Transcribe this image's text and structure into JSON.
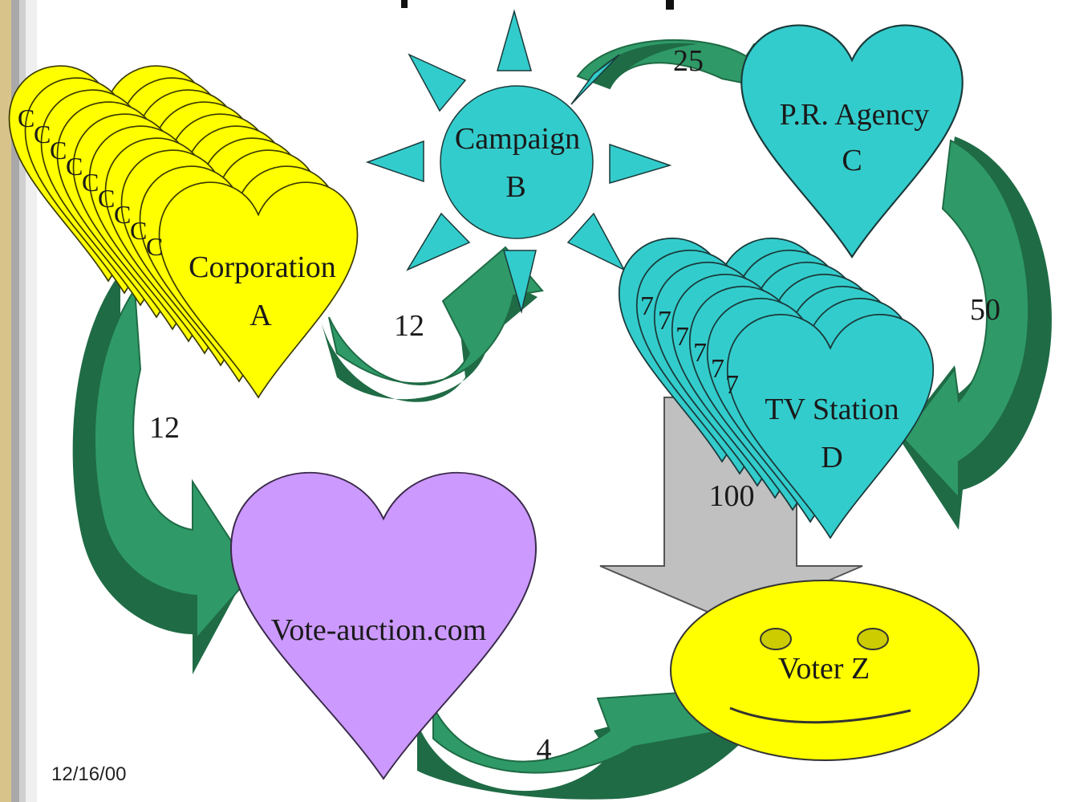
{
  "nodes": {
    "corporation": {
      "line1": "Corporation",
      "line2": "A"
    },
    "campaign": {
      "line1": "Campaign",
      "line2": "B"
    },
    "pr_agency": {
      "line1": "P.R. Agency",
      "line2": "C"
    },
    "tv_station": {
      "line1": "TV Station",
      "line2": "D"
    },
    "vote_auction": {
      "label": "Vote-auction.com"
    },
    "voter": {
      "label": "Voter Z"
    }
  },
  "flows": {
    "campaign_to_pr": "25",
    "corporation_to_campaign": "12",
    "corporation_to_voteauction": "12",
    "pr_to_tv": "50",
    "tv_to_voter": "100",
    "voteauction_to_voter": "4"
  },
  "footer": {
    "date": "12/16/00"
  },
  "colors": {
    "arrow_green": "#2f9a68",
    "arrow_dark_green": "#1f6b45",
    "cyan": "#33cccc",
    "yellow": "#ffff00",
    "lavender": "#cc99ff",
    "gray_arrow": "#c0c0c0",
    "sidebar_tan": "#d8c48a"
  }
}
